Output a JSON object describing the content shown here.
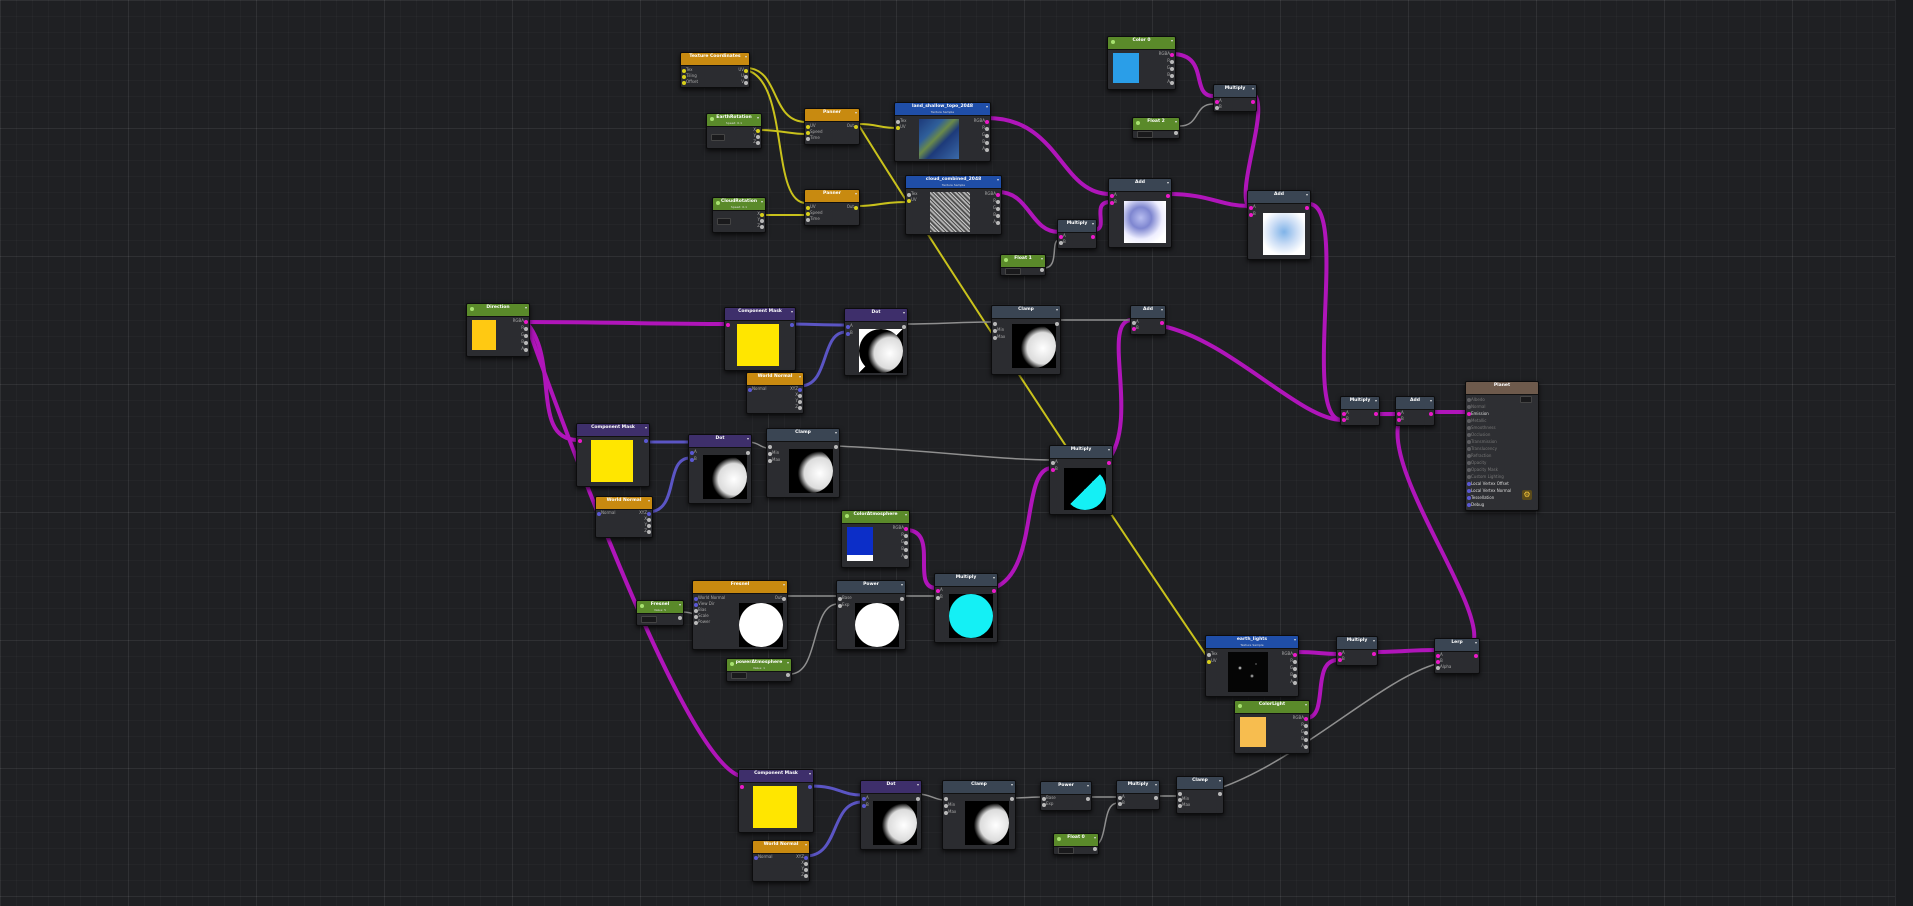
{
  "canvas": {
    "background": "#1f2023"
  },
  "colors": {
    "magenta_wire": "#b015ba",
    "yellow_wire": "#c9c21c",
    "vector_wire": "#5b55c4",
    "gray_wire": "#8f8f8f"
  },
  "nodes": {
    "texcoord": {
      "title": "Texture Coordinates",
      "subtitle": "",
      "in": [
        "Tex",
        "Tiling",
        "Offset"
      ],
      "out": [
        "UV",
        "U",
        "V"
      ]
    },
    "earth_rotation": {
      "title": "EarthRotation",
      "subtitle": "Speed: 0.1",
      "out": [
        "X",
        "Y",
        "Z"
      ]
    },
    "cloud_rotation": {
      "title": "CloudRotation",
      "subtitle": "Speed: 0.1",
      "out": [
        "X",
        "Y",
        "Z"
      ]
    },
    "panner1": {
      "title": "Panner",
      "in": [
        "UV",
        "Speed",
        "Time"
      ],
      "out": [
        "Out"
      ]
    },
    "panner2": {
      "title": "Panner",
      "in": [
        "UV",
        "Speed",
        "Time"
      ],
      "out": [
        "Out"
      ]
    },
    "earth_tex": {
      "title": "land_shallow_topo_2048",
      "subtitle": "Texture Sample",
      "in": [
        "Tex",
        "UV"
      ],
      "out": [
        "RGBA",
        "R",
        "G",
        "B",
        "A"
      ]
    },
    "cloud_tex": {
      "title": "cloud_combined_2048",
      "subtitle": "Texture Sample",
      "in": [
        "Tex",
        "UV"
      ],
      "out": [
        "RGBA",
        "R",
        "G",
        "B",
        "A"
      ]
    },
    "color0": {
      "title": "Color 0",
      "subtitle": "",
      "out": [
        "RGBA",
        "R",
        "G",
        "B",
        "A"
      ]
    },
    "float2": {
      "title": "Float 2",
      "subtitle": ""
    },
    "multiply_top": {
      "title": "Multiply",
      "in": [
        "A",
        "B"
      ]
    },
    "multiply_cloud": {
      "title": "Multiply",
      "in": [
        "A",
        "B"
      ]
    },
    "float1": {
      "title": "Float 1",
      "subtitle": ""
    },
    "add_cloud": {
      "title": "Add",
      "in": [
        "A",
        "B"
      ]
    },
    "add_top_right": {
      "title": "Add",
      "in": [
        "A",
        "B"
      ]
    },
    "direction": {
      "title": "Direction",
      "subtitle": "",
      "out": [
        "RGBA",
        "R",
        "G",
        "B",
        "A"
      ]
    },
    "compmask1": {
      "title": "Component Mask",
      "subtitle": ""
    },
    "worldnormal1": {
      "title": "World Normal",
      "out": [
        "XYZ",
        "X",
        "Y",
        "Z"
      ],
      "in": [
        "Normal"
      ]
    },
    "dot1": {
      "title": "Dot",
      "in": [
        "A",
        "B"
      ]
    },
    "clamp1": {
      "title": "Clamp",
      "in": [
        "Value",
        "Min",
        "Max"
      ]
    },
    "add_mid": {
      "title": "Add",
      "in": [
        "A",
        "B"
      ]
    },
    "compmask2": {
      "title": "Component Mask",
      "subtitle": ""
    },
    "worldnormal2": {
      "title": "World Normal",
      "out": [
        "XYZ",
        "X",
        "Y",
        "Z"
      ],
      "in": [
        "Normal"
      ]
    },
    "dot2": {
      "title": "Dot",
      "in": [
        "A",
        "B"
      ]
    },
    "clamp2": {
      "title": "Clamp",
      "in": [
        "Value",
        "Min",
        "Max"
      ]
    },
    "multiply_mid": {
      "title": "Multiply",
      "in": [
        "A",
        "B"
      ]
    },
    "color_atmos": {
      "title": "ColorAtmosphere",
      "subtitle": "",
      "out": [
        "RGBA",
        "R",
        "G",
        "B",
        "A"
      ]
    },
    "fresnel_prop": {
      "title": "Fresnel",
      "subtitle": "Value: 5"
    },
    "fresnel": {
      "title": "Fresnel",
      "in": [
        "World Normal",
        "View Dir",
        "Bias",
        "Scale",
        "Power"
      ],
      "out": [
        "Out"
      ]
    },
    "power_mid": {
      "title": "Power",
      "in": [
        "Base",
        "Exp"
      ]
    },
    "power_atmos": {
      "title": "powerAtmosphere",
      "subtitle": "Value: 1"
    },
    "multiply_atmos": {
      "title": "Multiply",
      "in": [
        "A",
        "B"
      ]
    },
    "earth_lights": {
      "title": "earth_lights",
      "subtitle": "Texture Sample",
      "in": [
        "Tex",
        "UV"
      ],
      "out": [
        "RGBA",
        "R",
        "G",
        "B",
        "A"
      ]
    },
    "color_light": {
      "title": "ColorLight",
      "subtitle": "",
      "out": [
        "RGBA",
        "R",
        "G",
        "B",
        "A"
      ]
    },
    "multiply_lights": {
      "title": "Multiply",
      "in": [
        "A",
        "B"
      ]
    },
    "lerp": {
      "title": "Lerp",
      "in": [
        "A",
        "B",
        "Alpha"
      ]
    },
    "multiply_final": {
      "title": "Multiply",
      "in": [
        "A",
        "B"
      ]
    },
    "add_final": {
      "title": "Add",
      "in": [
        "A",
        "B"
      ]
    },
    "compmask3": {
      "title": "Component Mask",
      "subtitle": ""
    },
    "worldnormal3": {
      "title": "World Normal",
      "out": [
        "XYZ",
        "X",
        "Y",
        "Z"
      ],
      "in": [
        "Normal"
      ]
    },
    "dot3": {
      "title": "Dot",
      "in": [
        "A",
        "B"
      ]
    },
    "clamp3": {
      "title": "Clamp",
      "in": [
        "Value",
        "Min",
        "Max"
      ]
    },
    "power_bot": {
      "title": "Power",
      "in": [
        "Base",
        "Exp"
      ]
    },
    "float0": {
      "title": "Float 0",
      "subtitle": ""
    },
    "multiply_bot": {
      "title": "Multiply",
      "in": [
        "A",
        "B"
      ]
    },
    "clamp_bot": {
      "title": "Clamp",
      "in": [
        "Value",
        "Min",
        "Max"
      ]
    },
    "master": {
      "title": "Planet",
      "toggle": "",
      "inputs": [
        "Albedo",
        "Normal",
        "Emission",
        "Metallic",
        "Smoothness",
        "Occlusion",
        "Transmission",
        "Translucency",
        "Refraction",
        "Opacity",
        "Opacity Mask",
        "Custom Lighting",
        "Local Vertex Offset",
        "Local Vertex Normal",
        "Tessellation",
        "Debug"
      ],
      "active": [
        false,
        false,
        true,
        false,
        false,
        false,
        false,
        false,
        false,
        false,
        false,
        false,
        true,
        true,
        true,
        true
      ]
    }
  }
}
